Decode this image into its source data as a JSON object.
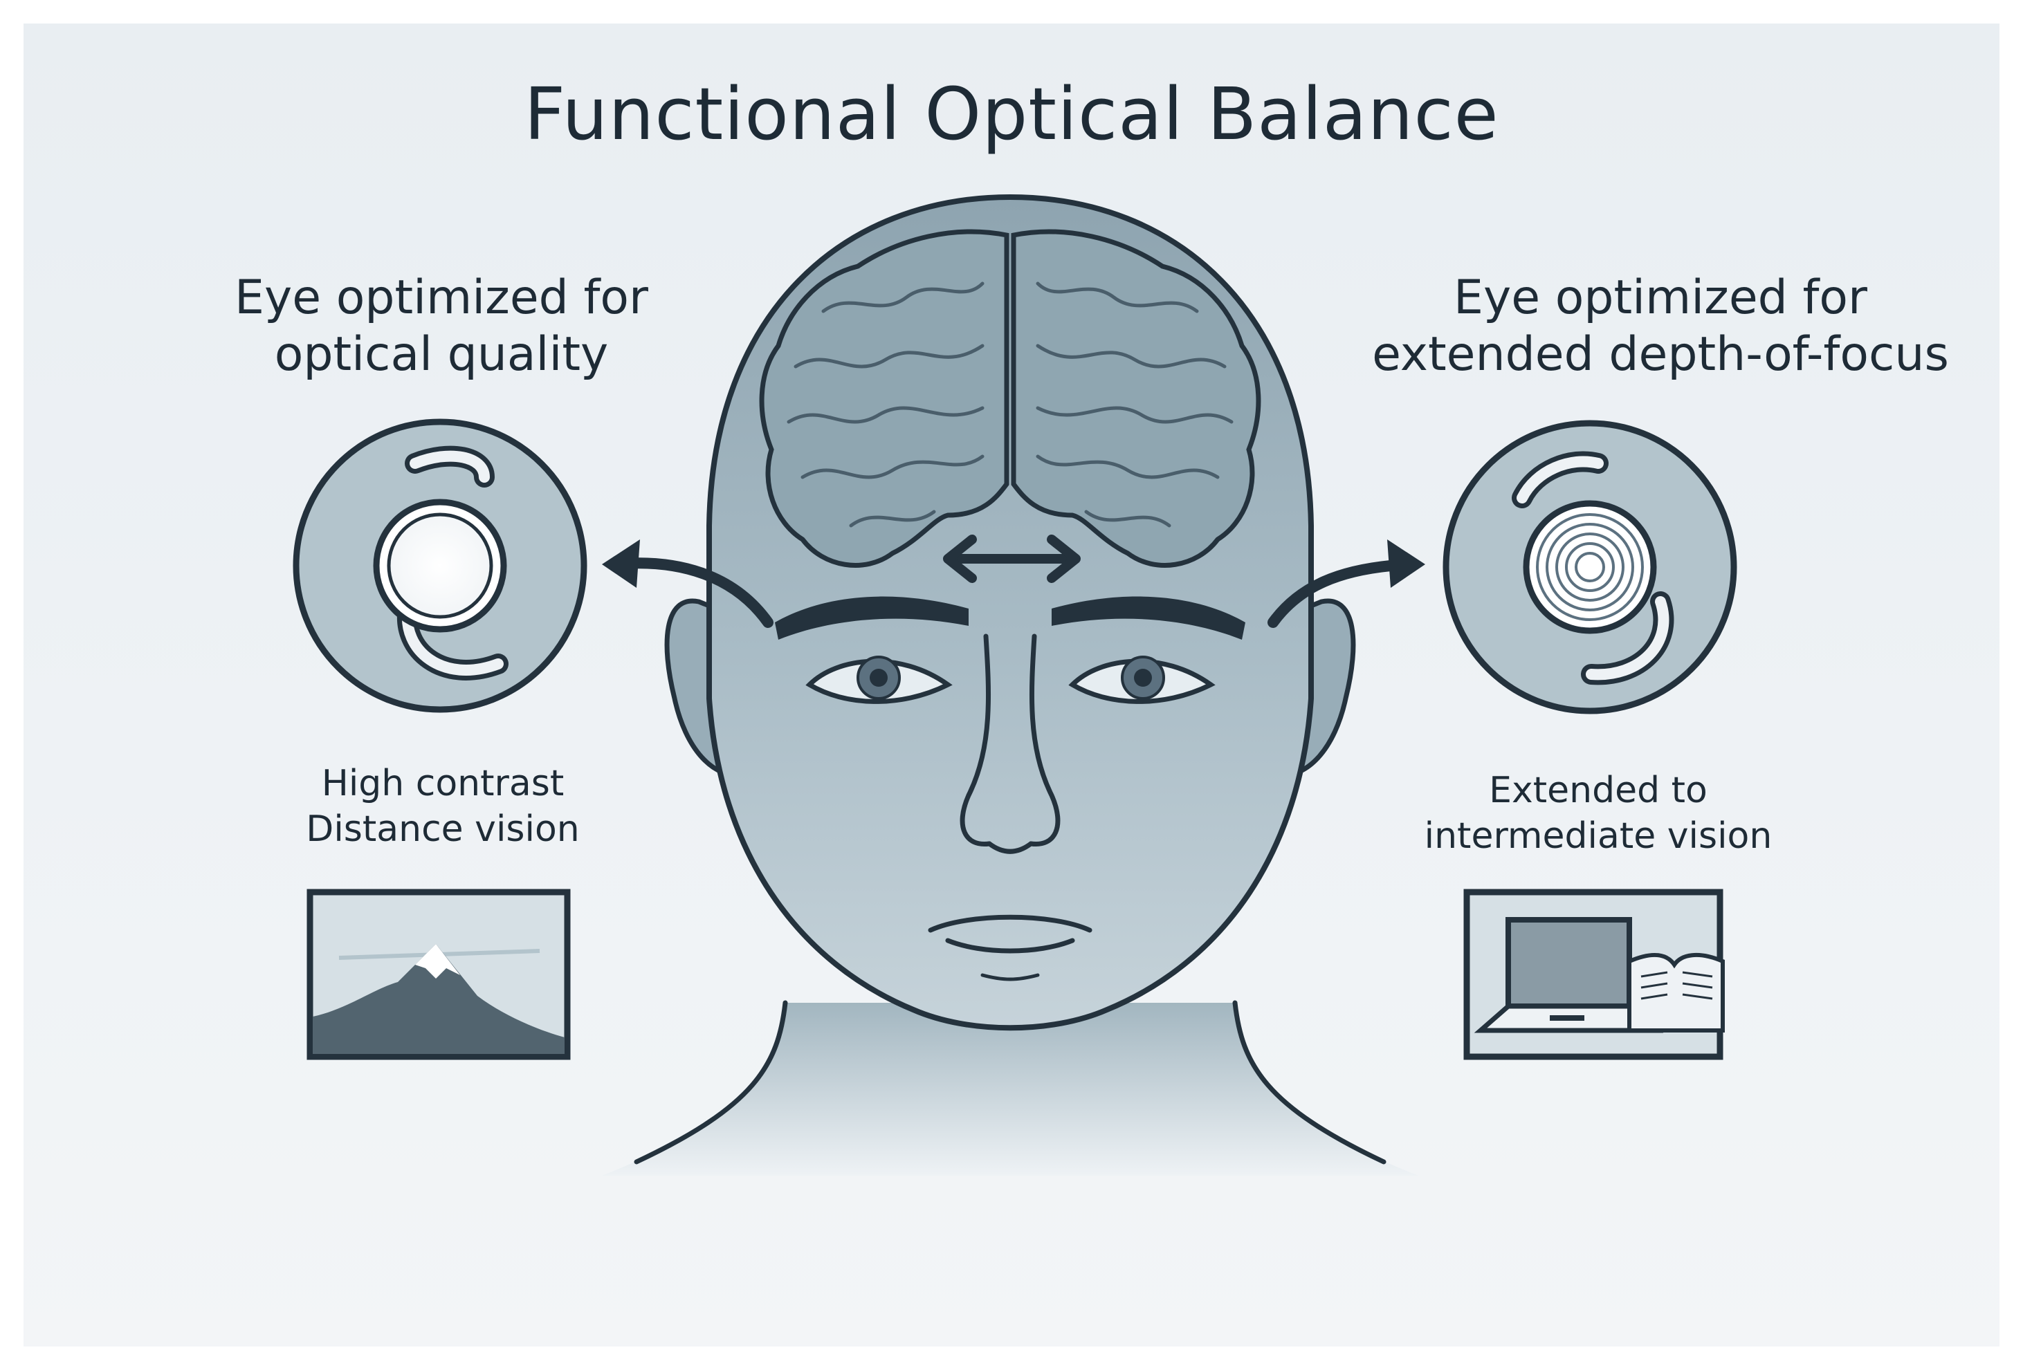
{
  "title": "Functional Optical Balance",
  "left": {
    "heading_line1": "Eye optimized for",
    "heading_line2": "optical quality",
    "caption_line1": "High contrast",
    "caption_line2": "Distance vision",
    "lens_icon": "monofocal-lens-icon",
    "scene_icon": "mountain-landscape-icon"
  },
  "right": {
    "heading_line1": "Eye optimized for",
    "heading_line2": "extended depth-of-focus",
    "caption_line1": "Extended to",
    "caption_line2": "intermediate vision",
    "lens_icon": "edof-lens-icon",
    "scene_icon": "laptop-and-book-icon"
  },
  "colors": {
    "background": "#e9eef2",
    "skin": "#a9bcc6",
    "outline": "#24323d",
    "lens_fill": "#b3c4cc",
    "text": "#1e2b36"
  }
}
